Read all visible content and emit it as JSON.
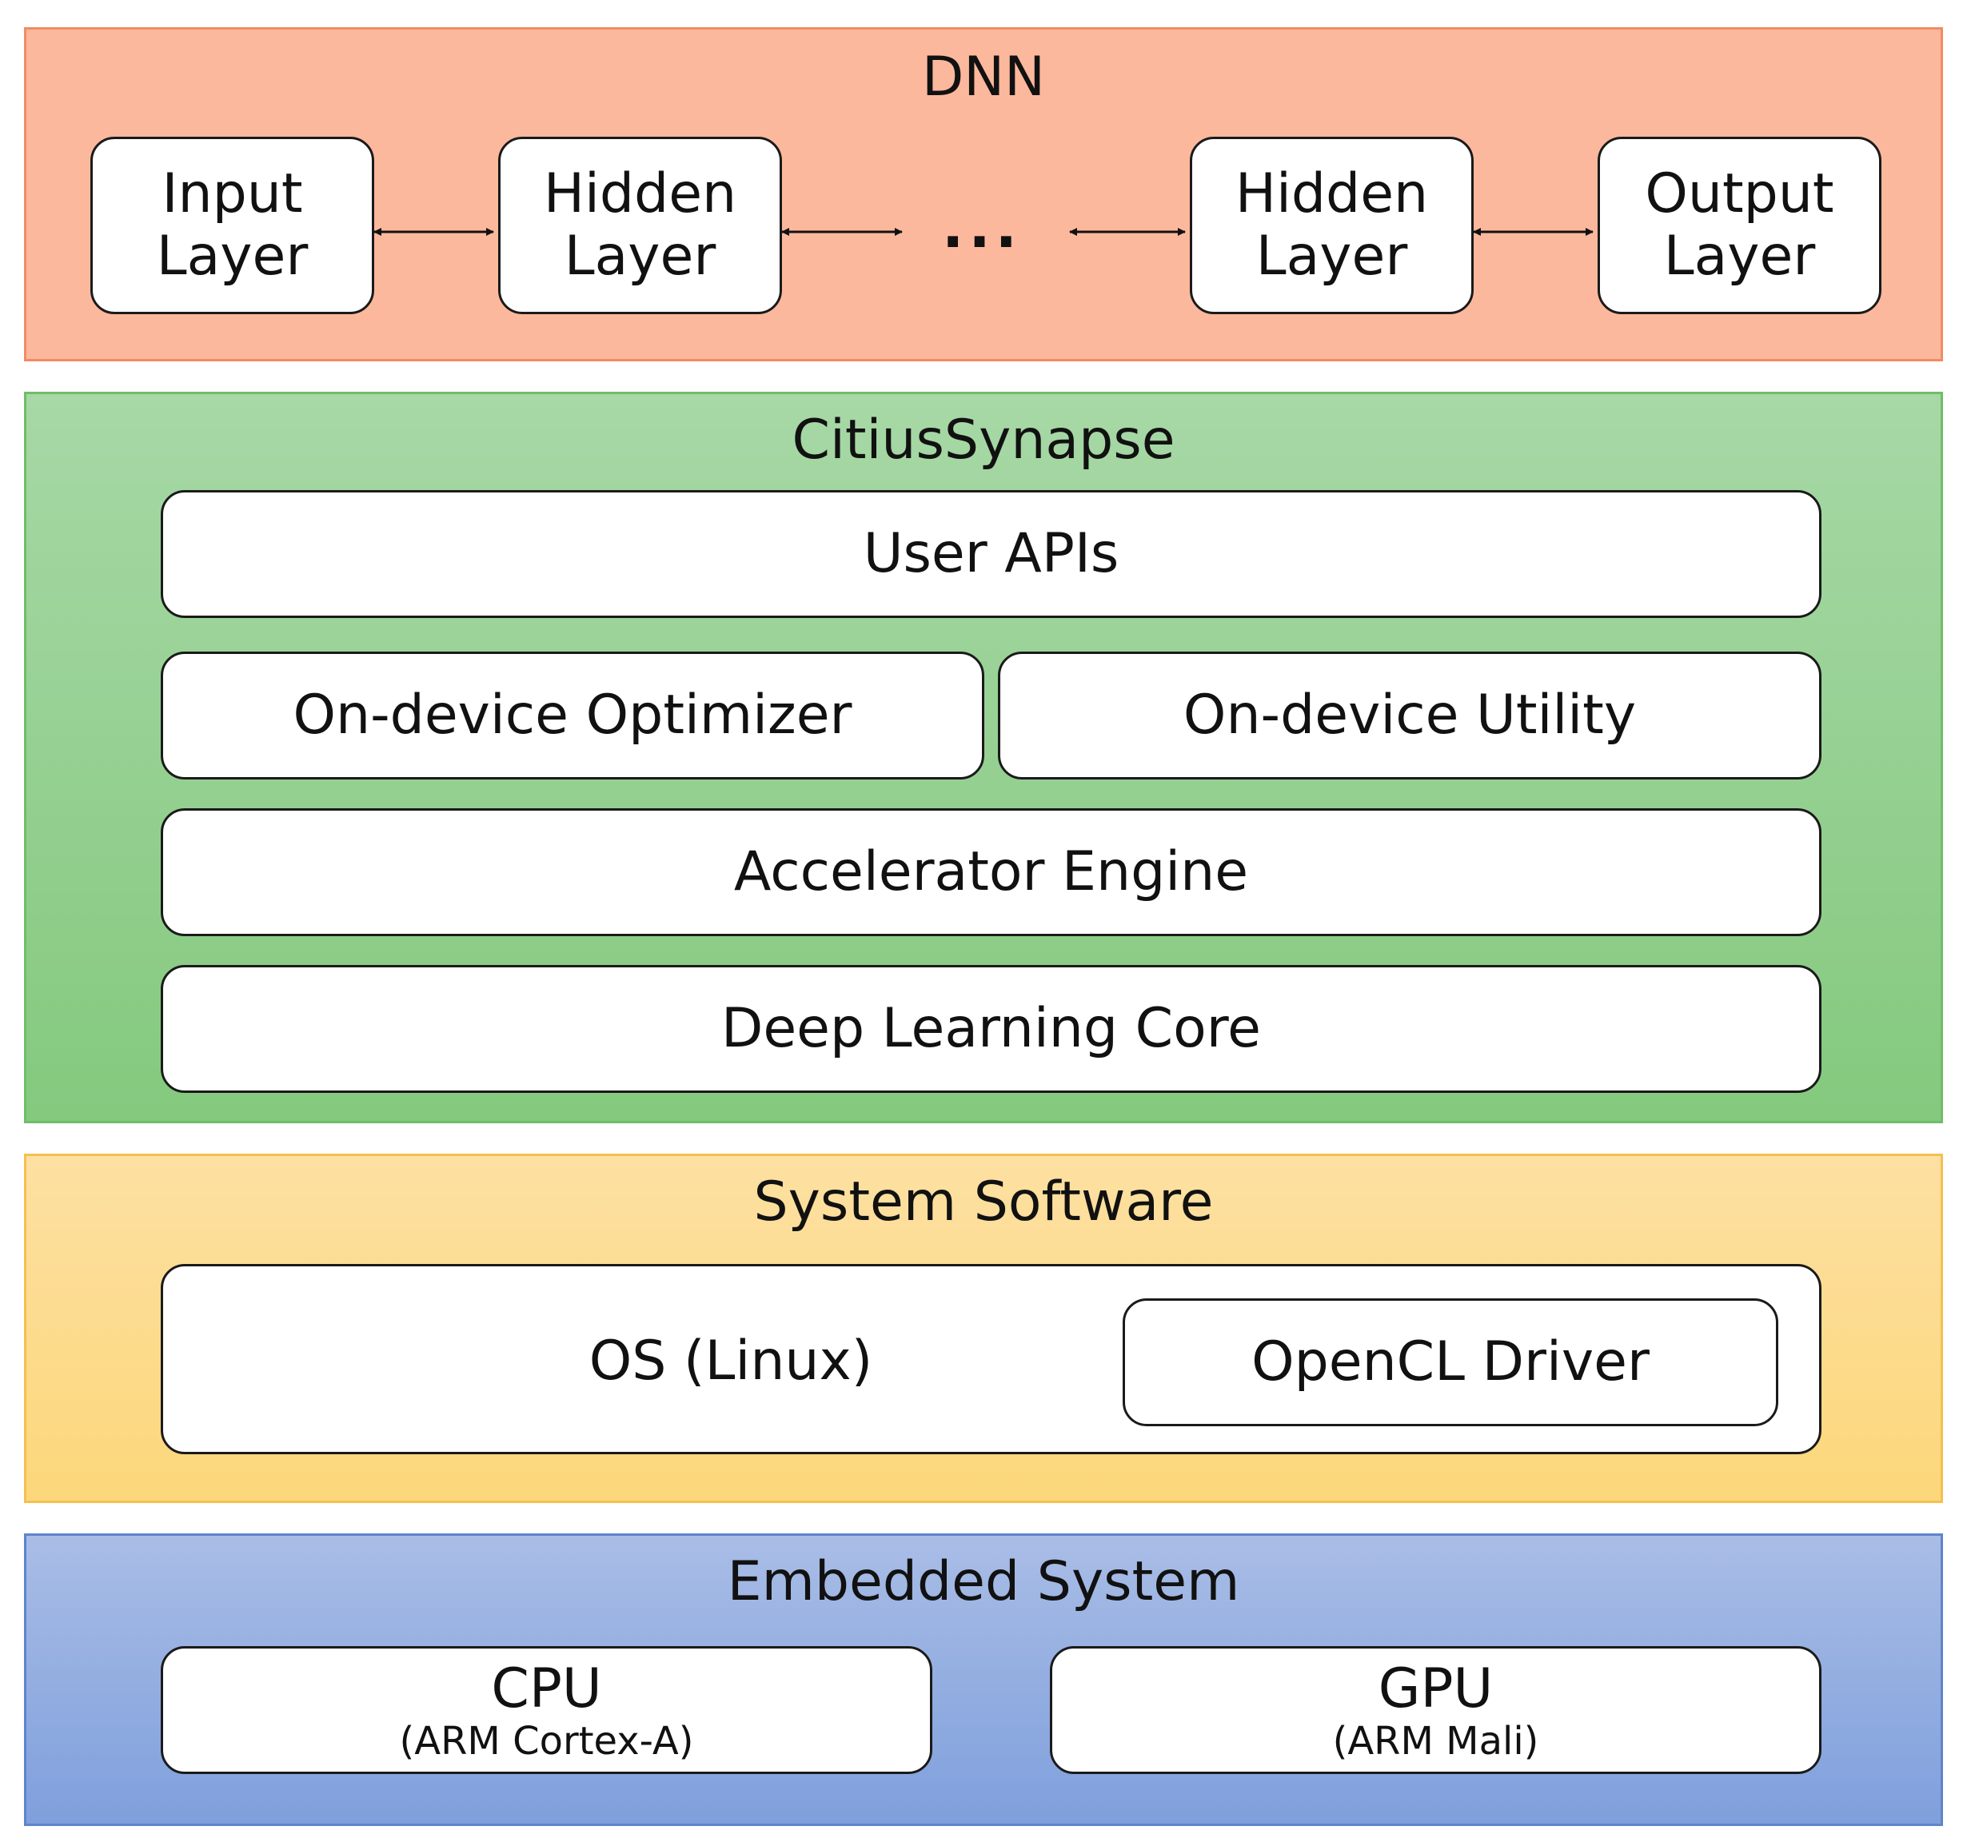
{
  "dnn": {
    "title": "DNN",
    "input_layer": "Input\nLayer",
    "hidden_layer_1": "Hidden\nLayer",
    "ellipsis": "...",
    "hidden_layer_2": "Hidden\nLayer",
    "output_layer": "Output\nLayer"
  },
  "synapse": {
    "title": "CitiusSynapse",
    "user_apis": "User APIs",
    "optimizer": "On-device Optimizer",
    "utility": "On-device Utility",
    "accelerator": "Accelerator Engine",
    "dl_core": "Deep Learning Core"
  },
  "system_software": {
    "title": "System Software",
    "os": "OS (Linux)",
    "opencl": "OpenCL Driver"
  },
  "embedded": {
    "title": "Embedded System",
    "cpu": "CPU",
    "cpu_sub": "(ARM Cortex-A)",
    "gpu": "GPU",
    "gpu_sub": "(ARM Mali)"
  }
}
